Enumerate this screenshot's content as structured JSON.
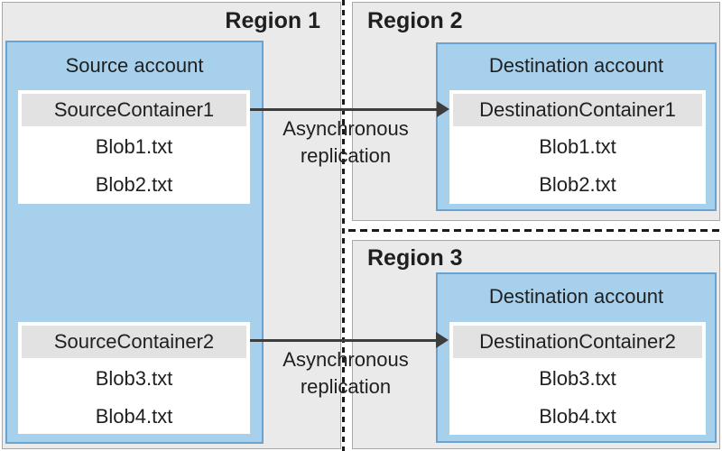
{
  "regions": [
    {
      "label": "Region 1"
    },
    {
      "label": "Region 2"
    },
    {
      "label": "Region 3"
    }
  ],
  "source_account": {
    "title": "Source account",
    "containers": [
      {
        "name": "SourceContainer1",
        "blobs": [
          "Blob1.txt",
          "Blob2.txt"
        ]
      },
      {
        "name": "SourceContainer2",
        "blobs": [
          "Blob3.txt",
          "Blob4.txt"
        ]
      }
    ]
  },
  "destination_accounts": [
    {
      "title": "Destination account",
      "container": {
        "name": "DestinationContainer1",
        "blobs": [
          "Blob1.txt",
          "Blob2.txt"
        ]
      }
    },
    {
      "title": "Destination account",
      "container": {
        "name": "DestinationContainer2",
        "blobs": [
          "Blob3.txt",
          "Blob4.txt"
        ]
      }
    }
  ],
  "arrows": [
    {
      "lines": [
        "Asynchronous",
        "replication"
      ]
    },
    {
      "lines": [
        "Asynchronous",
        "replication"
      ]
    }
  ],
  "colors": {
    "region_fill": "#EAEAEA",
    "region_border": "#A8A8A8",
    "account_fill": "#A7D0EC",
    "account_border": "#68A3D2",
    "container_header_fill": "#E2E2E2",
    "container_fill": "#FFFFFF",
    "arrow": "#3D3D3D",
    "dash": "#1A1A1A",
    "text": "#1F1F1F"
  }
}
